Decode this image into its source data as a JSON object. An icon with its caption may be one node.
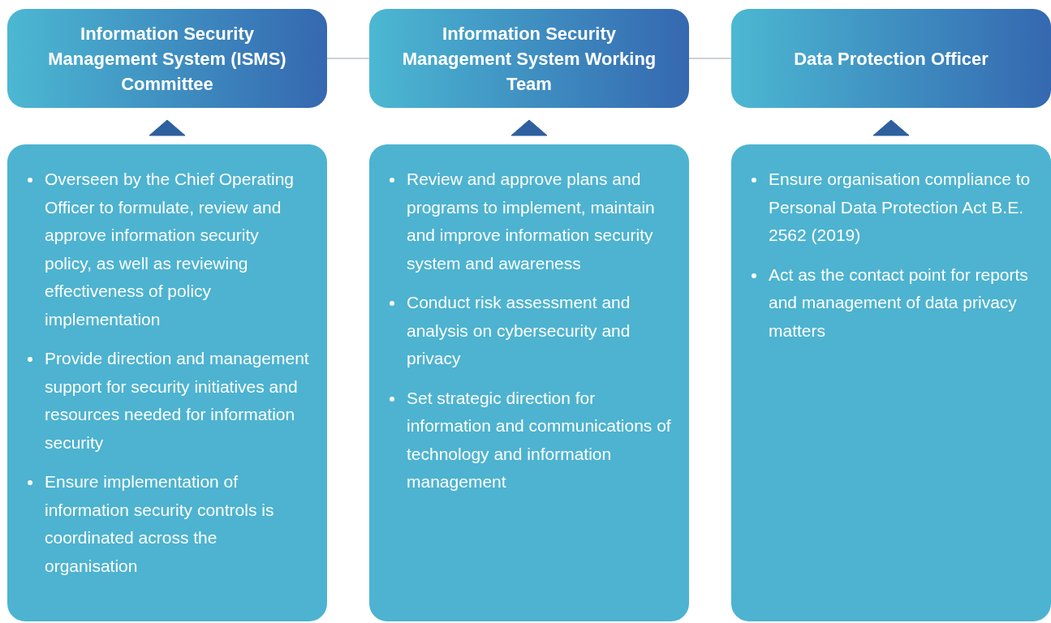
{
  "diagram": {
    "nodes": [
      {
        "text": [
          "Information Security Management System (ISMS) Committee"
        ]
      },
      {
        "text": [
          "Information Security Management System Working Team"
        ]
      },
      {
        "text": [
          "Data Protection Officer"
        ]
      },
      {
        "text": [
          "Overseen by the Chief Operating Officer to formulate, review and approve information security policy, as well as reviewing effectiveness of policy implementation",
          "Provide direction and management support for security initiatives and resources needed for information security",
          "Ensure implementation of information security controls is coordinated across the organisation"
        ]
      },
      {
        "text": [
          "Review and approve plans and programs to implement, maintain and improve information security system and awareness",
          "Conduct risk assessment and analysis on cybersecurity and privacy",
          "Set strategic direction for information and communications of technology and information management"
        ]
      },
      {
        "text": [
          "Ensure organisation compliance to Personal Data Protection Act B.E. 2562 (2019)",
          "Act as the contact point for reports and management of data privacy matters"
        ]
      }
    ],
    "edges": [
      {
        "from": 0,
        "to": 1,
        "arrow": "none"
      },
      {
        "from": 1,
        "to": 2,
        "arrow": "none"
      },
      {
        "from": 3,
        "to": 0,
        "arrow": "to"
      },
      {
        "from": 4,
        "to": 1,
        "arrow": "to"
      },
      {
        "from": 5,
        "to": 2,
        "arrow": "to"
      }
    ]
  }
}
